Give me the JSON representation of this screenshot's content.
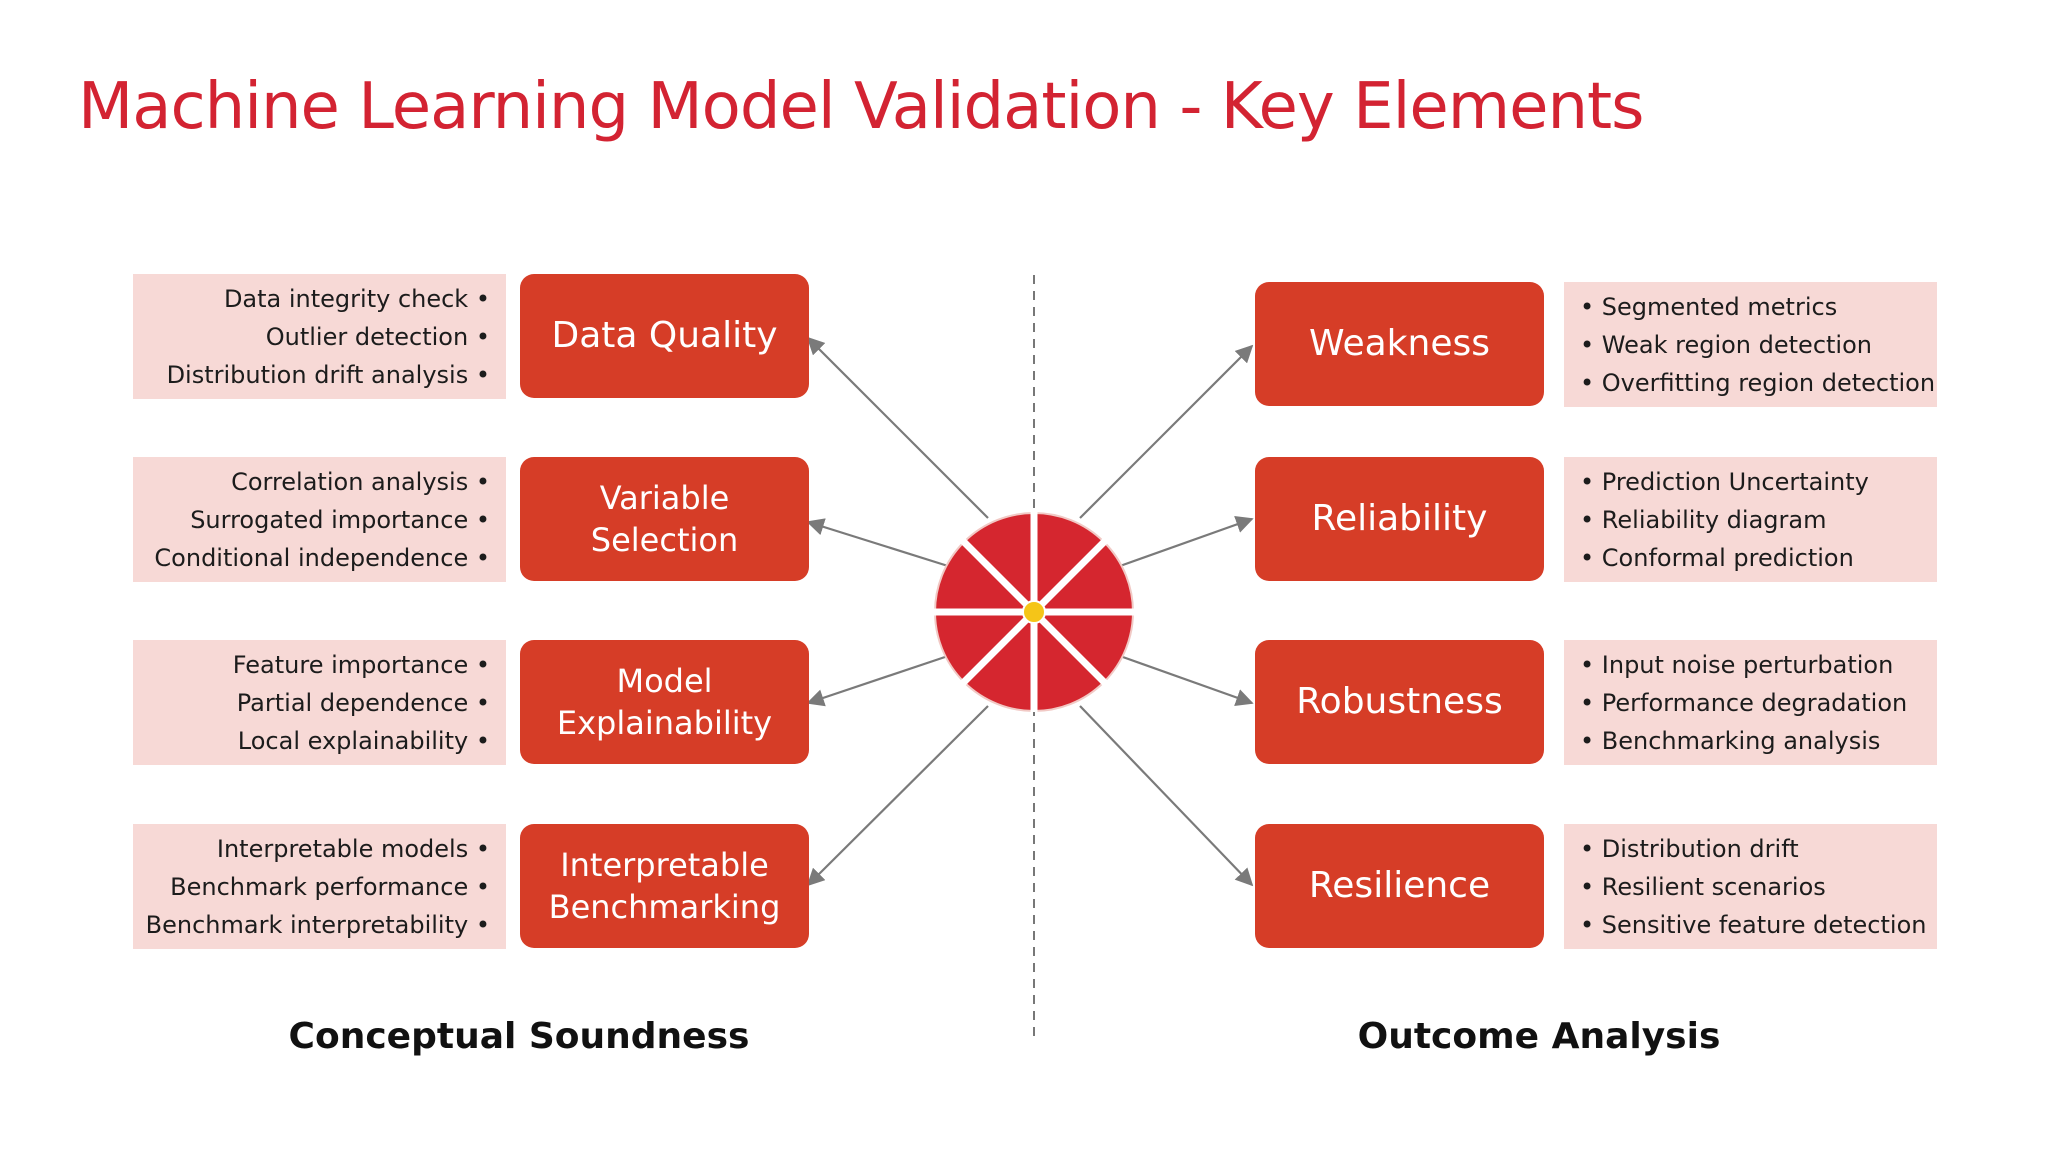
{
  "title": "Machine Learning Model Validation - Key Elements",
  "colors": {
    "title": "#d32332",
    "box": "#d63d27",
    "bullet_bg": "#f7d9d6",
    "wheel": "#d5262f",
    "hub": "#f5c518",
    "arrow": "#7a7a7a"
  },
  "center": {
    "icon": "segmented-wheel-icon"
  },
  "sections": {
    "left": "Conceptual Soundness",
    "right": "Outcome Analysis"
  },
  "left_elements": [
    {
      "lines": [
        "Data Quality"
      ],
      "bullets": [
        "Data integrity check •",
        "Outlier detection •",
        "Distribution drift analysis •"
      ]
    },
    {
      "lines": [
        "Variable",
        "Selection"
      ],
      "bullets": [
        "Correlation analysis •",
        "Surrogated importance  •",
        "Conditional independence •"
      ]
    },
    {
      "lines": [
        "Model",
        "Explainability"
      ],
      "bullets": [
        "Feature importance •",
        "Partial dependence •",
        "Local explainability •"
      ]
    },
    {
      "lines": [
        "Interpretable",
        "Benchmarking"
      ],
      "bullets": [
        "Interpretable models •",
        "Benchmark performance •",
        "Benchmark interpretability •"
      ]
    }
  ],
  "right_elements": [
    {
      "lines": [
        "Weakness"
      ],
      "bullets": [
        "• Segmented metrics",
        "• Weak region detection",
        "• Overfitting region detection"
      ]
    },
    {
      "lines": [
        "Reliability"
      ],
      "bullets": [
        "• Prediction Uncertainty",
        "• Reliability diagram",
        "• Conformal prediction"
      ]
    },
    {
      "lines": [
        "Robustness"
      ],
      "bullets": [
        "• Input noise perturbation",
        "• Performance degradation",
        "• Benchmarking analysis"
      ]
    },
    {
      "lines": [
        "Resilience"
      ],
      "bullets": [
        "• Distribution drift",
        "• Resilient scenarios",
        "• Sensitive feature detection"
      ]
    }
  ]
}
